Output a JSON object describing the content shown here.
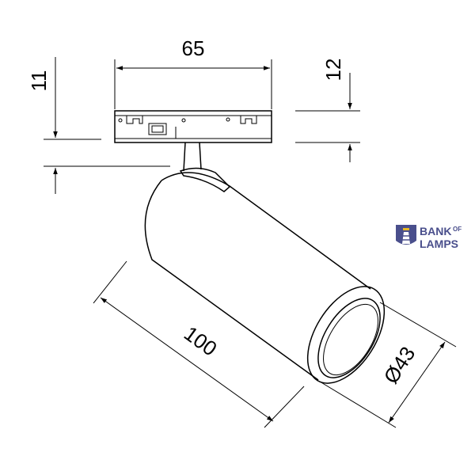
{
  "dimensions": {
    "width": "65",
    "height_top": "12",
    "stem": "11",
    "length": "100",
    "diameter": "Ø43"
  },
  "logo": {
    "line1": "BANK",
    "of": "OF",
    "line2": "LAMPS",
    "color": "#4a4f8c",
    "accent": "#e8b923"
  }
}
